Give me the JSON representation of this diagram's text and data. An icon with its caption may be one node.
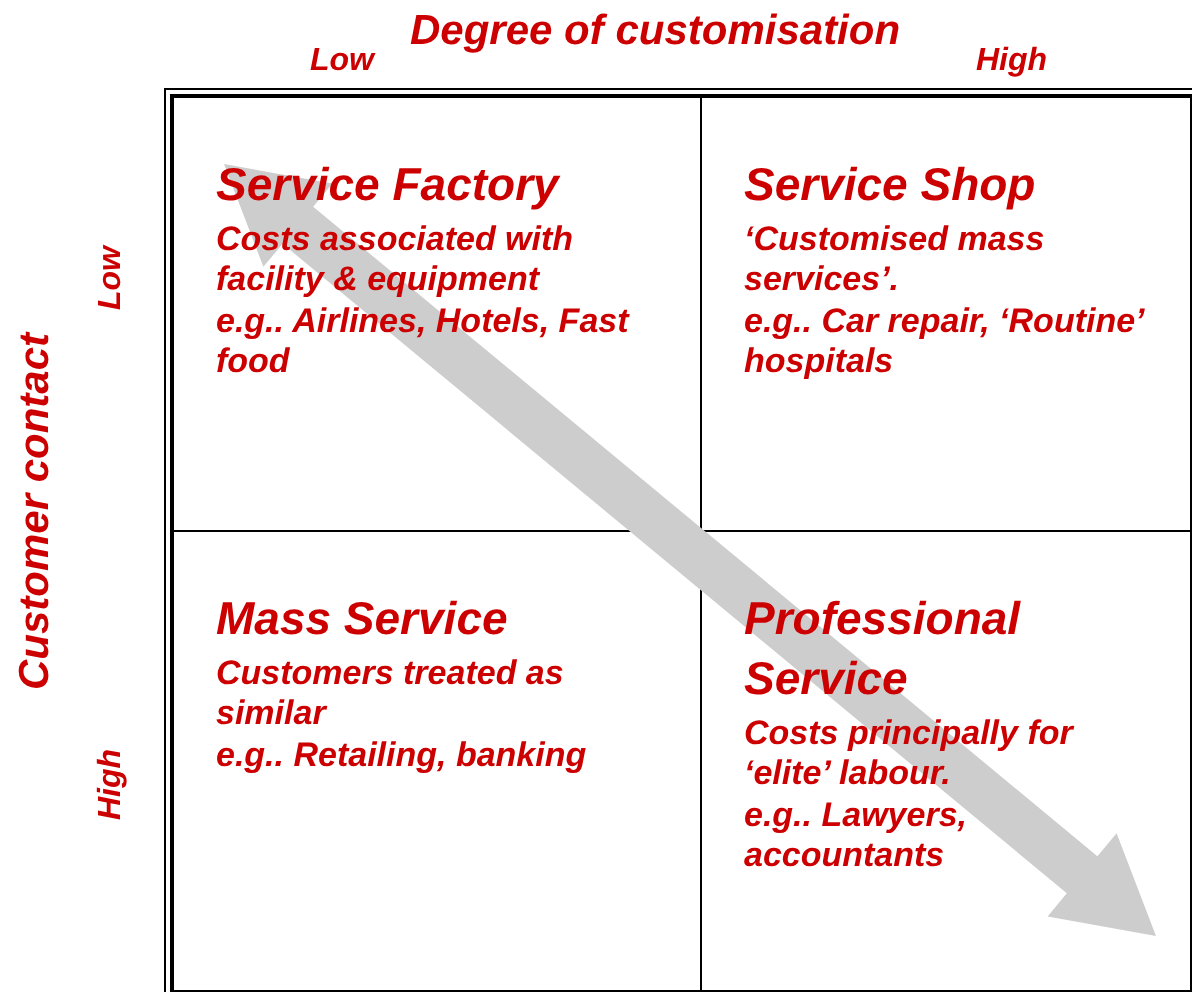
{
  "diagram": {
    "nodes": [
      {
        "text": [
          "Service Factory",
          "Costs associated with facility & equipment",
          "e.g.. Airlines, Hotels, Fast food"
        ]
      },
      {
        "text": [
          "Service Shop",
          "‘Customised mass services’.",
          "e.g.. Car repair, ‘Routine’ hospitals"
        ]
      },
      {
        "text": [
          "Mass Service",
          "Customers treated as similar",
          "e.g.. Retailing, banking"
        ]
      },
      {
        "text": [
          "Professional Service",
          "Costs principally for ‘elite’ labour.",
          "e.g.. Lawyers, accountants"
        ]
      }
    ],
    "edges": [
      {
        "from": 0,
        "to": 3,
        "arrow": "both"
      }
    ],
    "labels": [
      "Degree of customisation",
      "Low",
      "High",
      "Customer contact",
      "Low",
      "High"
    ]
  }
}
